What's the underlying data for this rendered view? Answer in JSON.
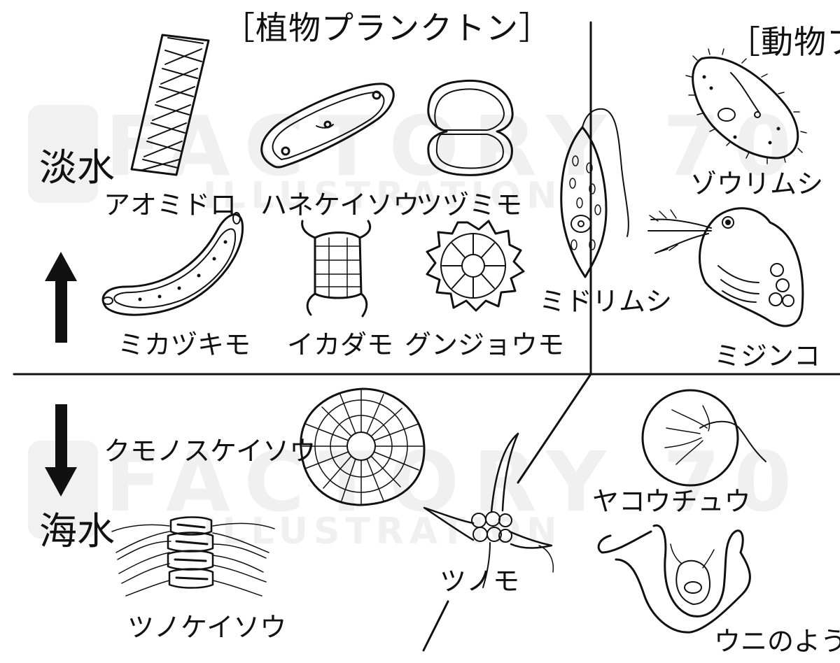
{
  "headers": {
    "phytoplankton": "［植物プランクトン］",
    "zooplankton": "［動物プ"
  },
  "side": {
    "freshwater": "淡水",
    "seawater": "海水"
  },
  "organisms": {
    "aomidoro": "アオミドロ",
    "hanekeisou": "ハネケイソウ",
    "tsuzumimo": "ツヅミモ",
    "zourimushi": "ゾウリムシ",
    "mikazukimo": "ミカヅキモ",
    "ikadamo": "イカダモ",
    "gunjoumo": "グンジョウモ",
    "midorimushi": "ミドリムシ",
    "mijinko": "ミジンコ",
    "kumonosukeisou": "クモノスケイソウ",
    "tsunokeisou": "ツノケイソウ",
    "tsunomo": "ツノモ",
    "yakouchuu": "ヤコウチュウ",
    "uni_larva": "ウニのよう生"
  },
  "watermark": {
    "main": "FACTORY 70",
    "sub": "ILLUSTRATION"
  },
  "colors": {
    "ink": "#111111",
    "background": "#ffffff",
    "watermark": "#8c8c8c"
  }
}
